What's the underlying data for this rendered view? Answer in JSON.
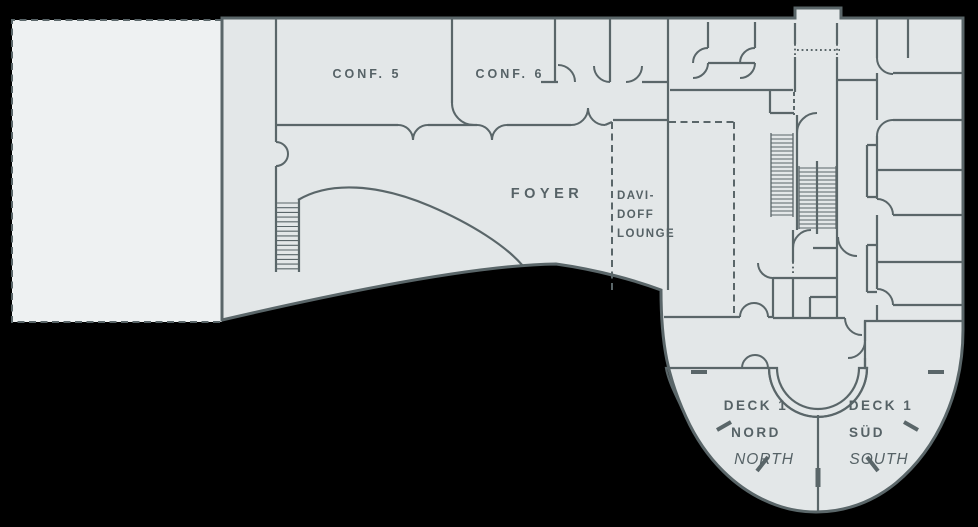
{
  "rooms": {
    "conf5": "CONF. 5",
    "conf6": "CONF. 6",
    "foyer": "FOYER",
    "davidoff_lines": [
      "DAVI-",
      "DOFF",
      "LOUNGE"
    ],
    "deck_north": {
      "name": "DECK 1",
      "sub": "NORD",
      "en": "NORTH"
    },
    "deck_south": {
      "name": "DECK 1",
      "sub": "SÜD",
      "en": "SOUTH"
    }
  },
  "colors": {
    "background": "#000000",
    "floor": "#e3e7e8",
    "room_light": "#eef1f2",
    "wall": "#5a6669",
    "deck_blue": "#a9bedc",
    "label_text": "#566266"
  }
}
